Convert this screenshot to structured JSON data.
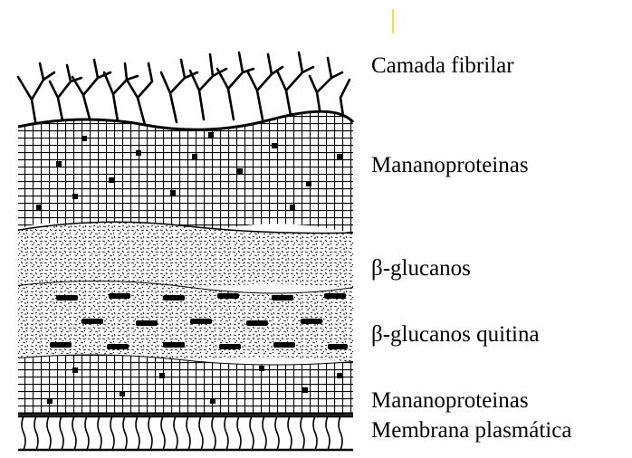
{
  "labels": {
    "fibrillar": "Camada fibrilar",
    "mannoproteins_outer": "Mananoproteinas",
    "beta_glucans": "β-glucanos",
    "beta_glucans_chitin": "β-glucanos quitina",
    "mannoproteins_inner": "Mananoproteinas",
    "plasma_membrane": "Membrana plasmática"
  },
  "colors": {
    "ink": "#000000",
    "background": "#ffffff",
    "marker": "#f2e33a"
  }
}
